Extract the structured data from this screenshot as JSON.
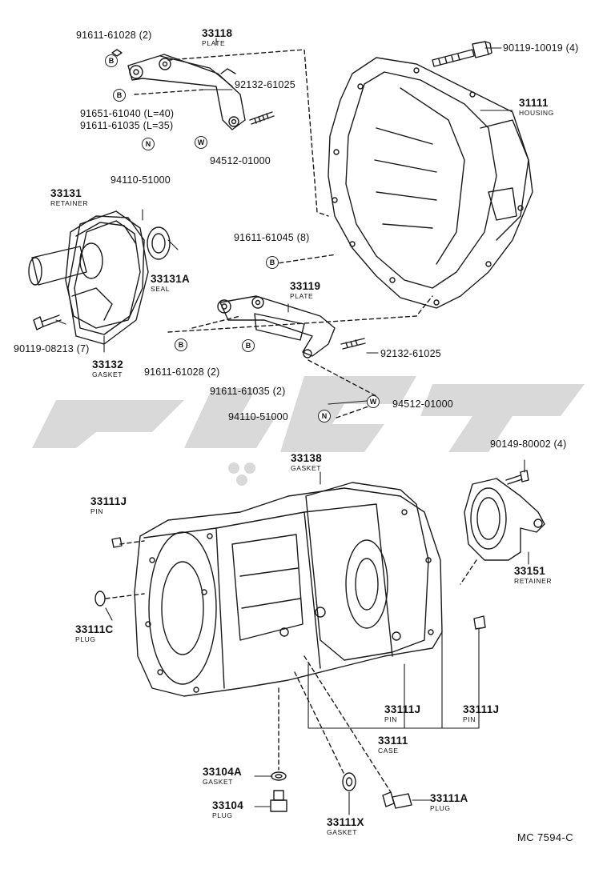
{
  "labels": {
    "l_91611_61028_a": "91611-61028 (2)",
    "l_33118": "33118",
    "l_33118_sub": "PLATE",
    "l_92132_a": "92132-61025",
    "l_91651": "91651-61040 (L=40)",
    "l_91611_61035_a": "91611-61035 (L=35)",
    "l_94512_a": "94512-01000",
    "l_94110_a": "94110-51000",
    "l_90119_10019": "90119-10019 (4)",
    "l_31111": "31111",
    "l_31111_sub": "HOUSING",
    "l_33131": "33131",
    "l_33131_sub": "RETAINER",
    "l_33131A": "33131A",
    "l_33131A_sub": "SEAL",
    "l_91611_61045": "91611-61045 (8)",
    "l_33119": "33119",
    "l_33119_sub": "PLATE",
    "l_90119_08213": "90119-08213 (7)",
    "l_33132": "33132",
    "l_33132_sub": "GASKET",
    "l_92132_b": "92132-61025",
    "l_91611_61028_b": "91611-61028 (2)",
    "l_91611_61035_b": "91611-61035 (2)",
    "l_94512_b": "94512-01000",
    "l_94110_b": "94110-51000",
    "l_90149": "90149-80002 (4)",
    "l_33138": "33138",
    "l_33138_sub": "GASKET",
    "l_33111J_a": "33111J",
    "l_33111J_a_sub": "PIN",
    "l_33151": "33151",
    "l_33151_sub": "RETAINER",
    "l_33111C": "33111C",
    "l_33111C_sub": "PLUG",
    "l_33111J_b": "33111J",
    "l_33111J_b_sub": "PIN",
    "l_33111J_c": "33111J",
    "l_33111J_c_sub": "PIN",
    "l_33111": "33111",
    "l_33111_sub": "CASE",
    "l_33104A": "33104A",
    "l_33104A_sub": "GASKET",
    "l_33104": "33104",
    "l_33104_sub": "PLUG",
    "l_33111X": "33111X",
    "l_33111X_sub": "GASKET",
    "l_33111A": "33111A",
    "l_33111A_sub": "PLUG",
    "footer_code": "MC 7594-C"
  },
  "badges": {
    "bolt": "B",
    "nut": "N",
    "washer": "W"
  },
  "colors": {
    "line": "#1a1a1a",
    "watermark": "#d9d9d9"
  }
}
